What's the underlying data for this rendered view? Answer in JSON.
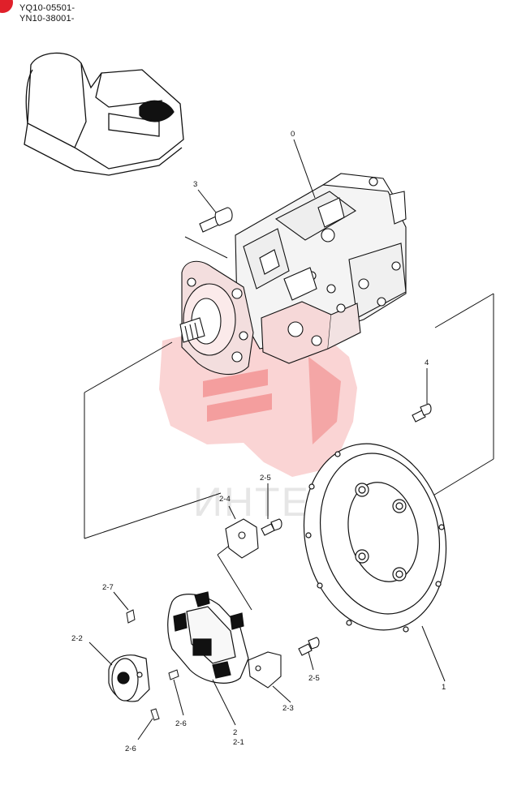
{
  "header": {
    "serial_1": "YQ10-05501-",
    "serial_2": "YN10-38001-"
  },
  "watermark": {
    "text": "ИНТЕК",
    "color": "#e83a3a"
  },
  "callouts": {
    "main_pump": "0",
    "flange": "1",
    "coupling": "2",
    "coupling_sub": "2-1",
    "hub": "2-2",
    "bracket_lower": "2-3",
    "bracket_upper": "2-4",
    "bolt_upper": "2-5",
    "bolt_lower": "2-5",
    "pin_left": "2-6",
    "pin_mid": "2-6",
    "set_screw": "2-7",
    "cap_screw": "3",
    "flange_bolt": "4"
  }
}
